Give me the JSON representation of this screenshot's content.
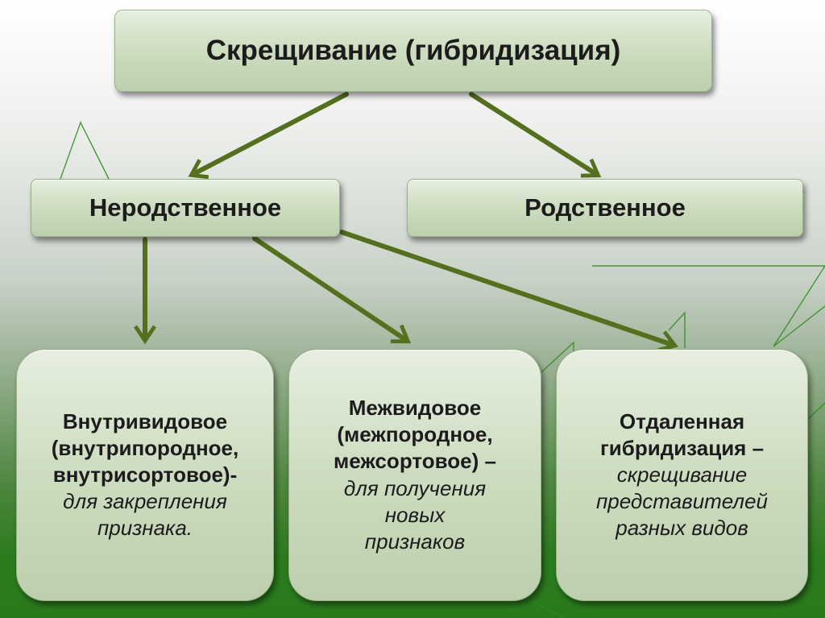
{
  "diagram": {
    "root": {
      "label": "Скрещивание (гибридизация)"
    },
    "level2": {
      "left": {
        "label": "Неродственное"
      },
      "right": {
        "label": "Родственное"
      }
    },
    "level3": {
      "intraspecific": {
        "bold_lines": [
          "Внутривидовое",
          "(внутрипородное,",
          "внутрисортовое)-"
        ],
        "italic_lines": [
          "для закрепления",
          "признака."
        ]
      },
      "interspecific": {
        "bold_lines": [
          "Межвидовое",
          "(межпородное,",
          "межсортовое) –"
        ],
        "italic_lines": [
          "для получения",
          "новых",
          "признаков"
        ]
      },
      "distant": {
        "bold_lines": [
          "Отдаленная",
          "гибридизация –"
        ],
        "italic_lines": [
          "скрещивание",
          "представителей",
          "разных видов"
        ]
      }
    },
    "colors": {
      "arrow": "#54701e",
      "box_text": "#1c1c1c",
      "background_green": "#2c7a1e"
    }
  }
}
